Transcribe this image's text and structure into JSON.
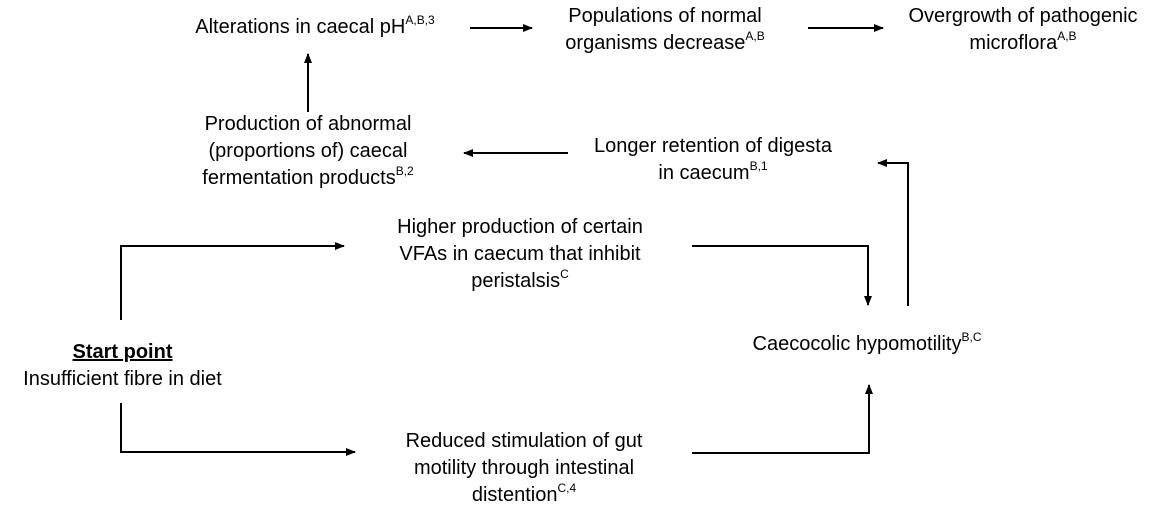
{
  "diagram": {
    "colors": {
      "text": "#000000",
      "arrow": "#000000",
      "background": "#ffffff"
    },
    "nodes": {
      "alterations_ph": {
        "lines": [
          {
            "text": "Alterations in caecal pH",
            "sup": "A,B,3"
          }
        ]
      },
      "normal_organisms": {
        "lines": [
          {
            "text": "Populations of normal",
            "sup": ""
          },
          {
            "text": "organisms decrease",
            "sup": "A,B"
          }
        ]
      },
      "pathogenic_overgrowth": {
        "lines": [
          {
            "text": "Overgrowth of pathogenic",
            "sup": ""
          },
          {
            "text": "microflora",
            "sup": "A,B"
          }
        ]
      },
      "abnormal_products": {
        "lines": [
          {
            "text": "Production of abnormal",
            "sup": ""
          },
          {
            "text": "(proportions of) caecal",
            "sup": ""
          },
          {
            "text": "fermentation products",
            "sup": "B,2"
          }
        ]
      },
      "longer_retention": {
        "lines": [
          {
            "text": "Longer retention of digesta",
            "sup": ""
          },
          {
            "text": "in caecum",
            "sup": "B,1"
          }
        ]
      },
      "higher_vfa": {
        "lines": [
          {
            "text": "Higher production of certain",
            "sup": ""
          },
          {
            "text": "VFAs in caecum that inhibit",
            "sup": ""
          },
          {
            "text": "peristalsis",
            "sup": "C"
          }
        ]
      },
      "start_point": {
        "heading": "Start point",
        "lines": [
          {
            "text": "Insufficient fibre in diet",
            "sup": ""
          }
        ]
      },
      "hypomotility": {
        "lines": [
          {
            "text": "Caecocolic hypomotility",
            "sup": "B,C"
          }
        ]
      },
      "reduced_stimulation": {
        "lines": [
          {
            "text": "Reduced stimulation of gut",
            "sup": ""
          },
          {
            "text": "motility through intestinal",
            "sup": ""
          },
          {
            "text": "distention",
            "sup": "C,4"
          }
        ]
      }
    },
    "edges": [
      {
        "from": "alterations_ph",
        "to": "normal_organisms"
      },
      {
        "from": "normal_organisms",
        "to": "pathogenic_overgrowth"
      },
      {
        "from": "abnormal_products",
        "to": "alterations_ph"
      },
      {
        "from": "longer_retention",
        "to": "abnormal_products"
      },
      {
        "from": "hypomotility",
        "to": "longer_retention"
      },
      {
        "from": "start_point",
        "to": "higher_vfa"
      },
      {
        "from": "start_point",
        "to": "reduced_stimulation"
      },
      {
        "from": "higher_vfa",
        "to": "hypomotility"
      },
      {
        "from": "reduced_stimulation",
        "to": "hypomotility"
      }
    ]
  }
}
